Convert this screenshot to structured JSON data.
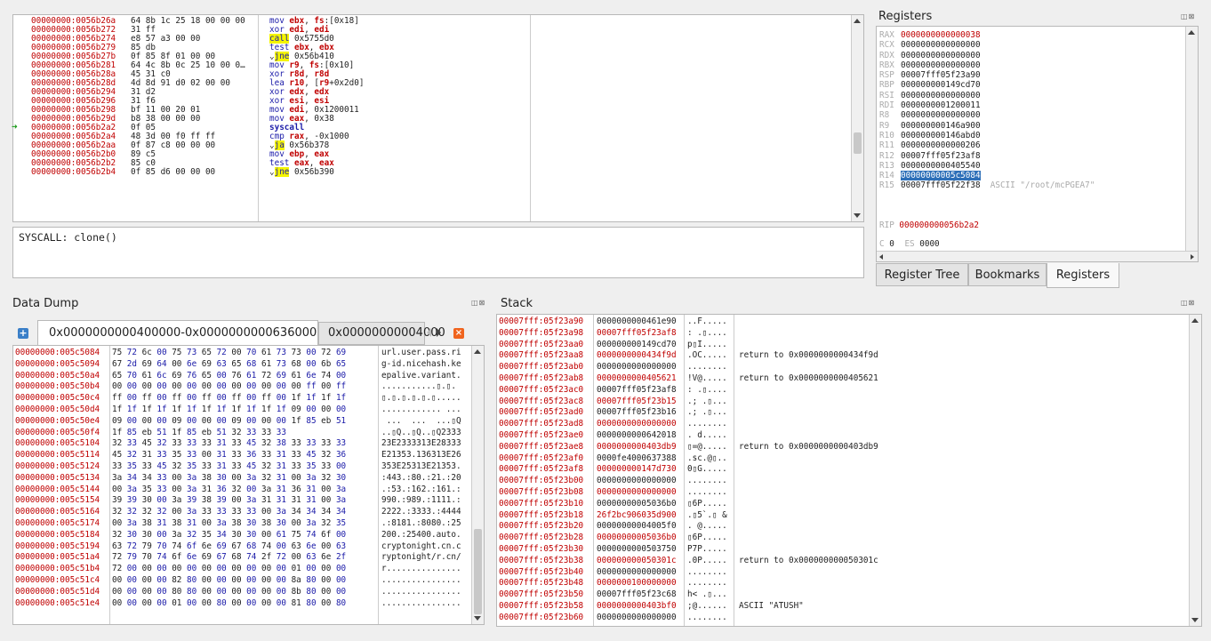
{
  "disasm": {
    "rows": [
      {
        "addr": "00000000:0056b26a",
        "bytes": "64 8b 1c 25 18 00 00 00",
        "m": "mov",
        "ops": "ebx, fs:[0x18]"
      },
      {
        "addr": "00000000:0056b272",
        "bytes": "31 ff",
        "m": "xor",
        "ops": "edi, edi"
      },
      {
        "addr": "00000000:0056b274",
        "bytes": "e8 57 a3 00 00",
        "m": "call",
        "ops": "0x5755d0"
      },
      {
        "addr": "00000000:0056b279",
        "bytes": "85 db",
        "m": "test",
        "ops": "ebx, ebx"
      },
      {
        "addr": "00000000:0056b27b",
        "bytes": "0f 85 8f 01 00 00",
        "m": "jne",
        "ops": "0x56b410"
      },
      {
        "addr": "00000000:0056b281",
        "bytes": "64 4c 8b 0c 25 10 00 0…",
        "m": "mov",
        "ops": "r9, fs:[0x10]"
      },
      {
        "addr": "00000000:0056b28a",
        "bytes": "45 31 c0",
        "m": "xor",
        "ops": "r8d, r8d"
      },
      {
        "addr": "00000000:0056b28d",
        "bytes": "4d 8d 91 d0 02 00 00",
        "m": "lea",
        "ops": "r10, [r9+0x2d0]"
      },
      {
        "addr": "00000000:0056b294",
        "bytes": "31 d2",
        "m": "xor",
        "ops": "edx, edx"
      },
      {
        "addr": "00000000:0056b296",
        "bytes": "31 f6",
        "m": "xor",
        "ops": "esi, esi"
      },
      {
        "addr": "00000000:0056b298",
        "bytes": "bf 11 00 20 01",
        "m": "mov",
        "ops": "edi, 0x1200011"
      },
      {
        "addr": "00000000:0056b29d",
        "bytes": "b8 38 00 00 00",
        "m": "mov",
        "ops": "eax, 0x38"
      },
      {
        "addr": "00000000:0056b2a2",
        "bytes": "0f 05",
        "m": "syscall",
        "ops": ""
      },
      {
        "addr": "00000000:0056b2a4",
        "bytes": "48 3d 00 f0 ff ff",
        "m": "cmp",
        "ops": "rax, -0x1000"
      },
      {
        "addr": "00000000:0056b2aa",
        "bytes": "0f 87 c8 00 00 00",
        "m": "ja",
        "ops": "0x56b378"
      },
      {
        "addr": "00000000:0056b2b0",
        "bytes": "89 c5",
        "m": "mov",
        "ops": "ebp, eax"
      },
      {
        "addr": "00000000:0056b2b2",
        "bytes": "85 c0",
        "m": "test",
        "ops": "eax, eax"
      },
      {
        "addr": "00000000:0056b2b4",
        "bytes": "0f 85 d6 00 00 00",
        "m": "jne",
        "ops": "0x56b390"
      }
    ],
    "comment": "SYSCALL: clone()"
  },
  "registers": {
    "title": "Registers",
    "list": [
      {
        "n": "RAX",
        "v": "0000000000000038",
        "changed": true
      },
      {
        "n": "RCX",
        "v": "0000000000000000"
      },
      {
        "n": "RDX",
        "v": "0000000000000000"
      },
      {
        "n": "RBX",
        "v": "0000000000000000"
      },
      {
        "n": "RSP",
        "v": "00007fff05f23a90"
      },
      {
        "n": "RBP",
        "v": "000000000149cd70"
      },
      {
        "n": "RSI",
        "v": "0000000000000000"
      },
      {
        "n": "RDI",
        "v": "0000000001200011"
      },
      {
        "n": "R8",
        "v": "0000000000000000"
      },
      {
        "n": "R9",
        "v": "000000000146a900"
      },
      {
        "n": "R10",
        "v": "000000000146abd0"
      },
      {
        "n": "R11",
        "v": "0000000000000206"
      },
      {
        "n": "R12",
        "v": "00007fff05f23af8"
      },
      {
        "n": "R13",
        "v": "0000000000405540"
      },
      {
        "n": "R14",
        "v": "00000000005c5084",
        "selected": true
      },
      {
        "n": "R15",
        "v": "00007fff05f22f38",
        "extra": "ASCII \"/root/mcPGEA7\""
      }
    ],
    "rip_name": "RIP",
    "rip": "000000000056b2a2",
    "flag_c": "C",
    "flag_c_val": "0",
    "es_name": "ES",
    "es": "0000",
    "tabs": [
      "Register Tree",
      "Bookmarks",
      "Registers"
    ]
  },
  "dump": {
    "title": "Data Dump",
    "tab1": "0x0000000000400000-0x0000000000636000",
    "tab2": "0x00000000004000",
    "rows": [
      [
        "00000000:005c5084",
        "75 72 6c 00 75 73 65 72 00 70 61 73 73 00 72 69",
        "url.user.pass.ri"
      ],
      [
        "00000000:005c5094",
        "67 2d 69 64 00 6e 69 63 65 68 61 73 68 00 6b 65",
        "g-id.nicehash.ke"
      ],
      [
        "00000000:005c50a4",
        "65 70 61 6c 69 76 65 00 76 61 72 69 61 6e 74 00",
        "epalive.variant."
      ],
      [
        "00000000:005c50b4",
        "00 00 00 00 00 00 00 00 00 00 00 00 00 ff 00 ff",
        "...........▯.▯."
      ],
      [
        "00000000:005c50c4",
        "ff 00 ff 00 ff 00 ff 00 ff 00 ff 00 1f 1f 1f 1f",
        "▯.▯.▯.▯.▯.▯....."
      ],
      [
        "00000000:005c50d4",
        "1f 1f 1f 1f 1f 1f 1f 1f 1f 1f 1f 1f 09 00 00 00",
        "............ ..."
      ],
      [
        "00000000:005c50e4",
        "09 00 00 00 09 00 00 00 09 00 00 00 1f 85 eb 51",
        " ...  ...  ...▯Q"
      ],
      [
        "00000000:005c50f4",
        "1f 85 eb 51 1f 85 eb 51 32 33 33 33",
        "..▯Q..▯Q..▯Q2333"
      ],
      [
        "00000000:005c5104",
        "32 33 45 32 33 33 33 31 33 45 32 38 33 33 33 33",
        "23E2333313E28333"
      ],
      [
        "00000000:005c5114",
        "45 32 31 33 35 33 00 31 33 36 33 31 33 45 32 36",
        "E21353.136313E26"
      ],
      [
        "00000000:005c5124",
        "33 35 33 45 32 35 33 31 33 45 32 31 33 35 33 00",
        "353E25313E21353."
      ],
      [
        "00000000:005c5134",
        "3a 34 34 33 00 3a 38 30 00 3a 32 31 00 3a 32 30",
        ":443.:80.:21.:20"
      ],
      [
        "00000000:005c5144",
        "00 3a 35 33 00 3a 31 36 32 00 3a 31 36 31 00 3a",
        ".:53.:162.:161.:"
      ],
      [
        "00000000:005c5154",
        "39 39 30 00 3a 39 38 39 00 3a 31 31 31 31 00 3a",
        "990.:989.:1111.:"
      ],
      [
        "00000000:005c5164",
        "32 32 32 32 00 3a 33 33 33 33 00 3a 34 34 34 34",
        "2222.:3333.:4444"
      ],
      [
        "00000000:005c5174",
        "00 3a 38 31 38 31 00 3a 38 30 38 30 00 3a 32 35",
        ".:8181.:8080.:25"
      ],
      [
        "00000000:005c5184",
        "32 30 30 00 3a 32 35 34 30 30 00 61 75 74 6f 00",
        "200.:25400.auto."
      ],
      [
        "00000000:005c5194",
        "63 72 79 70 74 6f 6e 69 67 68 74 00 63 6e 00 63",
        "cryptonight.cn.c"
      ],
      [
        "00000000:005c51a4",
        "72 79 70 74 6f 6e 69 67 68 74 2f 72 00 63 6e 2f",
        "ryptonight/r.cn/"
      ],
      [
        "00000000:005c51b4",
        "72 00 00 00 00 00 00 00 00 00 00 00 01 00 00 00",
        "r..............."
      ],
      [
        "00000000:005c51c4",
        "00 00 00 00 82 80 00 00 00 00 00 00 8a 80 00 00",
        "................"
      ],
      [
        "00000000:005c51d4",
        "00 00 00 00 80 80 00 00 00 00 00 00 8b 80 00 00",
        "................"
      ],
      [
        "00000000:005c51e4",
        "00 00 00 00 01 00 00 80 00 00 00 00 81 80 00 80",
        "................"
      ]
    ]
  },
  "stack": {
    "title": "Stack",
    "rows": [
      [
        "00007fff:05f23a90",
        "0000000000461e90",
        "..F.....",
        ""
      ],
      [
        "00007fff:05f23a98",
        "00007fff05f23af8",
        ": .▯....",
        ""
      ],
      [
        "00007fff:05f23aa0",
        "000000000149cd70",
        "p▯I.....",
        ""
      ],
      [
        "00007fff:05f23aa8",
        "0000000000434f9d",
        ".OC.....",
        "return to 0x0000000000434f9d"
      ],
      [
        "00007fff:05f23ab0",
        "0000000000000000",
        "........",
        ""
      ],
      [
        "00007fff:05f23ab8",
        "0000000000405621",
        "!V@.....",
        "return to 0x0000000000405621"
      ],
      [
        "00007fff:05f23ac0",
        "00007fff05f23af8",
        ": .▯....",
        ""
      ],
      [
        "00007fff:05f23ac8",
        "00007fff05f23b15",
        ".; .▯...",
        ""
      ],
      [
        "00007fff:05f23ad0",
        "00007fff05f23b16",
        ".; .▯...",
        ""
      ],
      [
        "00007fff:05f23ad8",
        "0000000000000000",
        "........",
        ""
      ],
      [
        "00007fff:05f23ae0",
        "0000000000642018",
        ". d.....",
        ""
      ],
      [
        "00007fff:05f23ae8",
        "0000000000403db9",
        "▯=@.....",
        "return to 0x0000000000403db9"
      ],
      [
        "00007fff:05f23af0",
        "0000fe4000637388",
        ".sc.@▯..",
        ""
      ],
      [
        "00007fff:05f23af8",
        "000000000147d730",
        "0▯G.....",
        ""
      ],
      [
        "00007fff:05f23b00",
        "0000000000000000",
        "........",
        ""
      ],
      [
        "00007fff:05f23b08",
        "0000000000000000",
        "........",
        ""
      ],
      [
        "00007fff:05f23b10",
        "00000000005036b0",
        "▯6P.....",
        ""
      ],
      [
        "00007fff:05f23b18",
        "26f2bc906035d900",
        ".▯5`.▯ &",
        ""
      ],
      [
        "00007fff:05f23b20",
        "00000000004005f0",
        ". @.....",
        ""
      ],
      [
        "00007fff:05f23b28",
        "00000000005036b0",
        "▯6P.....",
        ""
      ],
      [
        "00007fff:05f23b30",
        "0000000000503750",
        "P7P.....",
        ""
      ],
      [
        "00007fff:05f23b38",
        "000000000050301c",
        ".0P.....",
        "return to 0x000000000050301c"
      ],
      [
        "00007fff:05f23b40",
        "0000000000000000",
        "........",
        ""
      ],
      [
        "00007fff:05f23b48",
        "0000000100000000",
        "........",
        ""
      ],
      [
        "00007fff:05f23b50",
        "00007fff05f23c68",
        "h< .▯...",
        ""
      ],
      [
        "00007fff:05f23b58",
        "0000000000403bf0",
        ";@......",
        "ASCII \"ATUSH\""
      ],
      [
        "00007fff:05f23b60",
        "0000000000000000",
        "........",
        ""
      ]
    ]
  }
}
